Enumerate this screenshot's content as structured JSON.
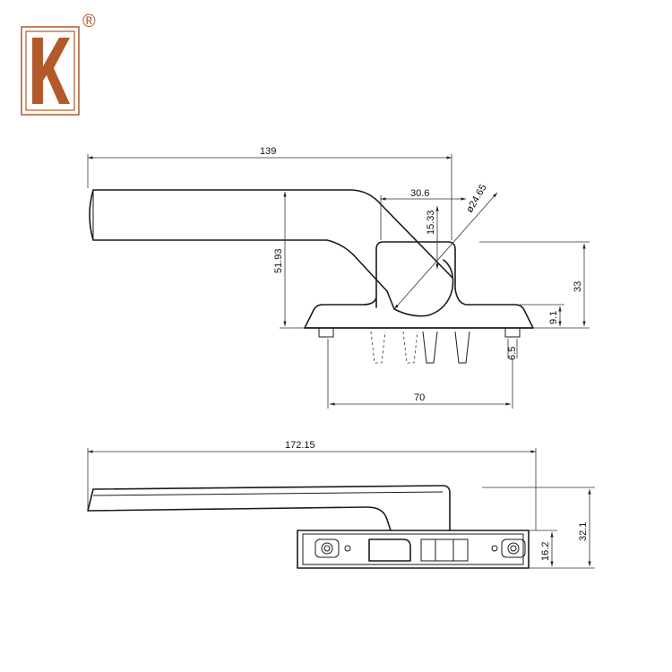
{
  "logo": {
    "letter": "K",
    "registered_mark": "®",
    "color": "#b25a2a"
  },
  "top_view": {
    "dims": {
      "overall_length": "139",
      "spindle_width": "30.6",
      "boss_diameter": "ø24.65",
      "boss_height": "15.33",
      "lever_height": "51.93",
      "total_height": "33",
      "base_height": "9.1",
      "pin_width": "6.5",
      "pin_spacing": "70"
    }
  },
  "side_view": {
    "dims": {
      "overall_length": "172.15",
      "total_height": "32.1",
      "base_height": "16.2"
    }
  }
}
